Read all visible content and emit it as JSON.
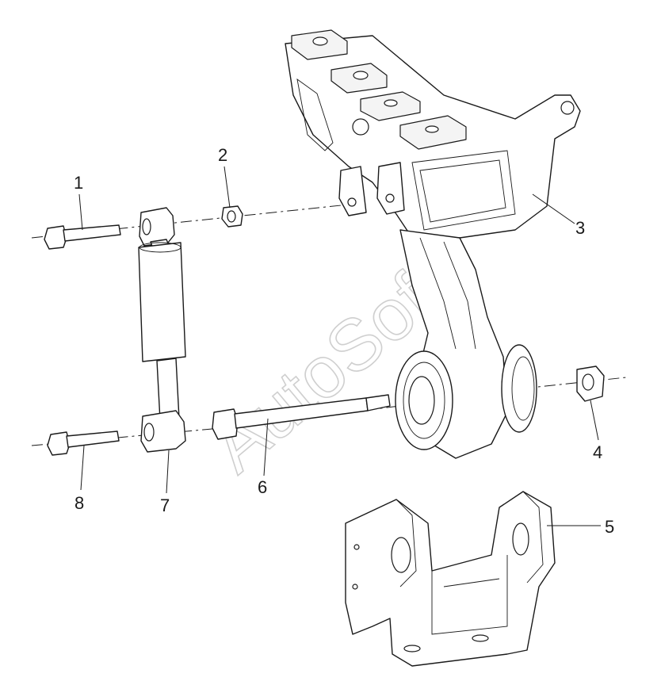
{
  "callouts": [
    "1",
    "2",
    "3",
    "4",
    "5",
    "6",
    "7",
    "8"
  ],
  "watermark": "AutoSoft"
}
